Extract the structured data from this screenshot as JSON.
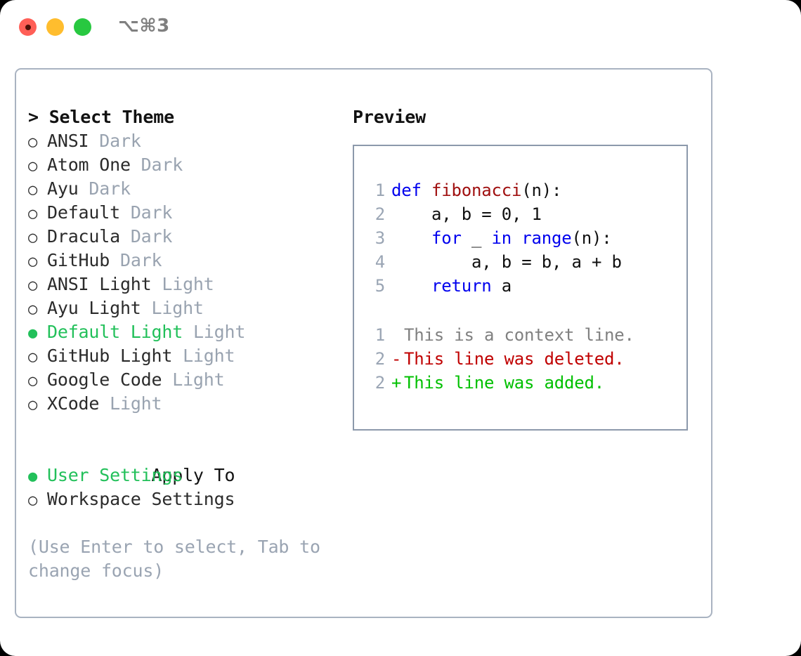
{
  "window": {
    "shortcut_label": "⌥⌘3",
    "traffic_lights": [
      {
        "name": "close",
        "color": "#ff5f57"
      },
      {
        "name": "minimize",
        "color": "#ffbd2e"
      },
      {
        "name": "maximize",
        "color": "#28c840"
      }
    ]
  },
  "theme_picker": {
    "title": "> Select Theme",
    "selected_theme": "Default Light",
    "accent_color": "#22c05a",
    "tag_color": "#99a3b0",
    "items": [
      {
        "marker": "○",
        "label": "ANSI",
        "tag": "Dark",
        "selected": false
      },
      {
        "marker": "○",
        "label": "Atom One",
        "tag": "Dark",
        "selected": false
      },
      {
        "marker": "○",
        "label": "Ayu",
        "tag": "Dark",
        "selected": false
      },
      {
        "marker": "○",
        "label": "Default",
        "tag": "Dark",
        "selected": false
      },
      {
        "marker": "○",
        "label": "Dracula",
        "tag": "Dark",
        "selected": false
      },
      {
        "marker": "○",
        "label": "GitHub",
        "tag": "Dark",
        "selected": false
      },
      {
        "marker": "○",
        "label": "ANSI Light",
        "tag": "Light",
        "selected": false
      },
      {
        "marker": "○",
        "label": "Ayu Light",
        "tag": "Light",
        "selected": false
      },
      {
        "marker": "●",
        "label": "Default Light",
        "tag": "Light",
        "selected": true
      },
      {
        "marker": "○",
        "label": "GitHub Light",
        "tag": "Light",
        "selected": false
      },
      {
        "marker": "○",
        "label": "Google Code",
        "tag": "Light",
        "selected": false
      },
      {
        "marker": "○",
        "label": "XCode",
        "tag": "Light",
        "selected": false
      }
    ]
  },
  "apply_to": {
    "title": "Apply To",
    "selected_option": "User Settings",
    "options": [
      {
        "marker": "●",
        "label": "User Settings",
        "selected": true
      },
      {
        "marker": "○",
        "label": "Workspace Settings",
        "selected": false
      }
    ]
  },
  "hint": "(Use Enter to select, Tab to change focus)",
  "preview": {
    "title": "Preview",
    "code_lines": [
      {
        "number": "1",
        "tokens": [
          {
            "text": "def ",
            "type": "kw"
          },
          {
            "text": "fibonacci",
            "type": "fn"
          },
          {
            "text": "(n):",
            "type": "plain"
          }
        ]
      },
      {
        "number": "2",
        "tokens": [
          {
            "text": "    a, b = 0, 1",
            "type": "plain"
          }
        ]
      },
      {
        "number": "3",
        "tokens": [
          {
            "text": "    ",
            "type": "plain"
          },
          {
            "text": "for",
            "type": "kw"
          },
          {
            "text": " _ ",
            "type": "plain"
          },
          {
            "text": "in",
            "type": "kw"
          },
          {
            "text": " ",
            "type": "plain"
          },
          {
            "text": "range",
            "type": "kw"
          },
          {
            "text": "(n):",
            "type": "plain"
          }
        ]
      },
      {
        "number": "4",
        "tokens": [
          {
            "text": "        a, b = b, a + b",
            "type": "plain"
          }
        ]
      },
      {
        "number": "5",
        "tokens": [
          {
            "text": "    ",
            "type": "plain"
          },
          {
            "text": "return",
            "type": "kw"
          },
          {
            "text": " a",
            "type": "plain"
          }
        ]
      }
    ],
    "diff_lines": [
      {
        "number": "1",
        "sign": " ",
        "text": "This is a context line.",
        "kind": "context"
      },
      {
        "number": "2",
        "sign": "-",
        "text": "This line was deleted.",
        "kind": "del"
      },
      {
        "number": "2",
        "sign": "+",
        "text": "This line was added.",
        "kind": "add"
      }
    ],
    "colors": {
      "keyword": "#0000ee",
      "function": "#a01010",
      "line_number": "#9aa5b4",
      "diff_context": "#808080",
      "diff_deleted": "#c00000",
      "diff_added": "#00c000"
    }
  }
}
